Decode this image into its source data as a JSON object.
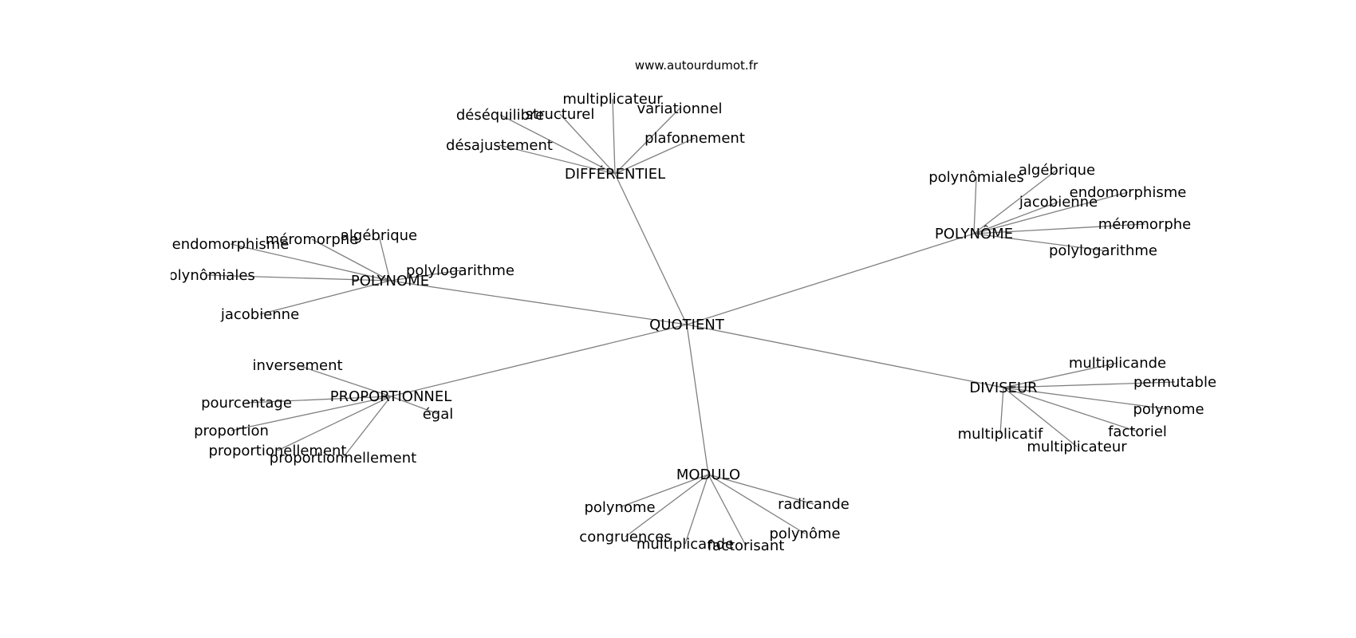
{
  "header": {
    "site": "www.autourdumot.fr"
  },
  "graph": {
    "center": "QUOTIENT",
    "groups": [
      {
        "hub": "DIFFÉRENTIEL",
        "leaves": [
          "multiplicateur",
          "déséquilibre",
          "structurel",
          "variationnel",
          "désajustement",
          "plafonnement"
        ]
      },
      {
        "hub": "POLYNÔME",
        "leaves": [
          "polynômiales",
          "algébrique",
          "endomorphisme",
          "jacobienne",
          "méromorphe",
          "polylogarithme"
        ]
      },
      {
        "hub": "POLYNOME",
        "leaves": [
          "endomorphisme",
          "méromorphe",
          "algébrique",
          "polynômiales",
          "polylogarithme",
          "jacobienne"
        ]
      },
      {
        "hub": "PROPORTIONNEL",
        "leaves": [
          "inversement",
          "pourcentage",
          "égal",
          "proportion",
          "proportionellement",
          "proportionnellement"
        ]
      },
      {
        "hub": "DIVISEUR",
        "leaves": [
          "multiplicande",
          "permutable",
          "polynome",
          "multiplicatif",
          "factoriel",
          "multiplicateur"
        ]
      },
      {
        "hub": "MODULO",
        "leaves": [
          "polynome",
          "radicande",
          "congruences",
          "polynôme",
          "multiplicande",
          "factorisant"
        ]
      }
    ]
  }
}
